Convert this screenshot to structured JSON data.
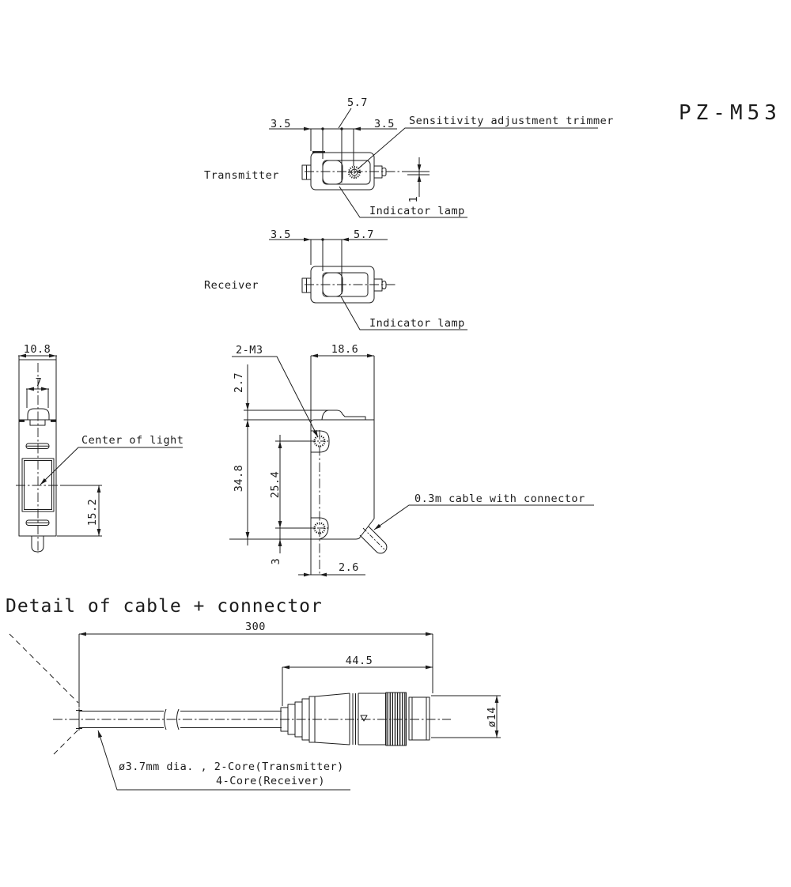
{
  "model": "PZ-M53",
  "colors": {
    "ink": "#1c1c1c",
    "background": "#ffffff"
  },
  "transmitter_view": {
    "label": "Transmitter",
    "dim_left": "3.5",
    "dim_center": "5.7",
    "dim_right": "3.5",
    "dim_axis_offset": "1",
    "callout_trimmer": "Sensitivity adjustment trimmer",
    "callout_lamp": "Indicator lamp"
  },
  "receiver_view": {
    "label": "Receiver",
    "dim_left": "3.5",
    "dim_right": "5.7",
    "callout_lamp": "Indicator lamp"
  },
  "front_view": {
    "dim_width": "10.8",
    "dim_lens_width": "7",
    "dim_light_height": "15.2",
    "callout_center": "Center of light"
  },
  "side_view": {
    "callout_holes": "2-M3",
    "dim_depth": "18.6",
    "dim_top": "2.7",
    "dim_height": "34.8",
    "dim_hole_pitch": "25.4",
    "dim_bottom": "3",
    "dim_cable_offset": "2.6",
    "callout_cable": "0.3m cable with connector"
  },
  "cable_detail": {
    "heading": "Detail of cable + connector",
    "dim_total_length": "300",
    "dim_connector_length": "44.5",
    "dim_diameter": "ø14",
    "callout_cable_line1": "ø3.7mm dia. , 2-Core(Transmitter)",
    "callout_cable_line2": "4-Core(Receiver)"
  }
}
